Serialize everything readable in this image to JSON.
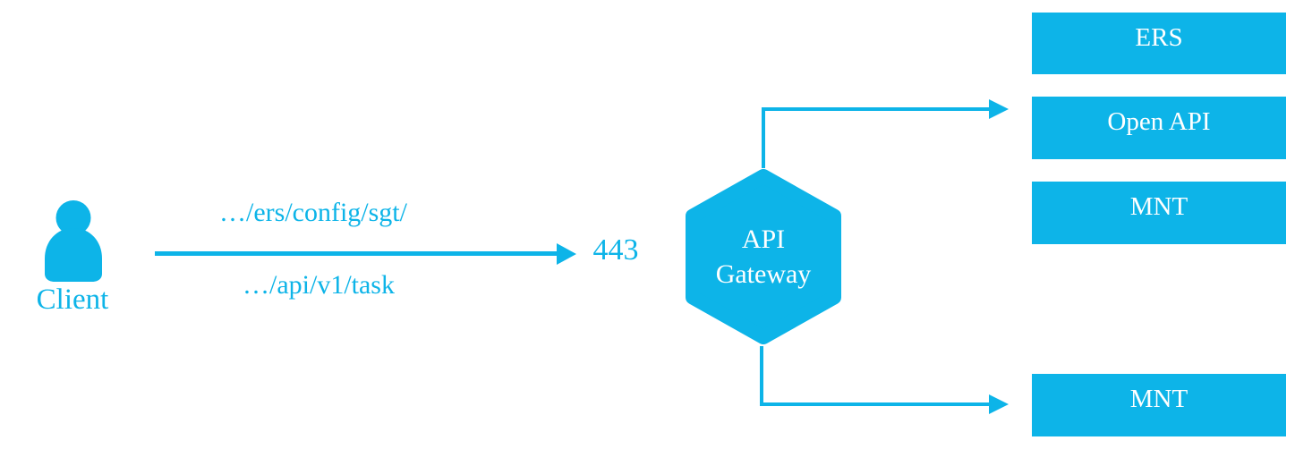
{
  "colors": {
    "accent": "#0db4e8",
    "label_on_accent": "#ffffff"
  },
  "client": {
    "label": "Client"
  },
  "request": {
    "path_top": "…/ers/config/sgt/",
    "path_bottom": "…/api/v1/task",
    "port": "443"
  },
  "gateway": {
    "line1": "API",
    "line2": "Gateway"
  },
  "services": [
    "ERS",
    "Open API",
    "MNT",
    "MNT"
  ]
}
